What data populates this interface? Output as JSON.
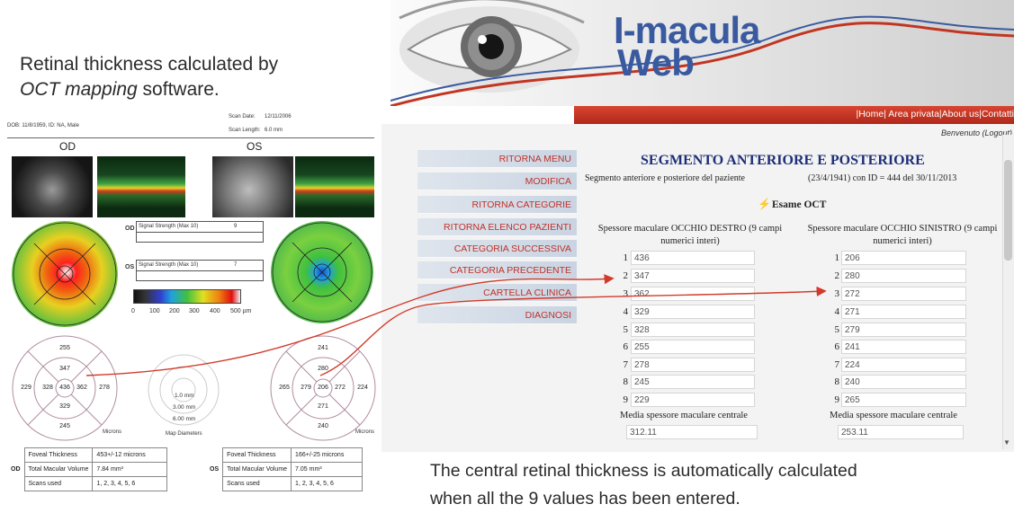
{
  "captions": {
    "top_line1": "Retinal thickness calculated by",
    "top_italic": "OCT mapping",
    "top_rest": " software.",
    "bottom_line1": "The central retinal thickness is automatically calculated",
    "bottom_line2": "when all the 9 values has been entered."
  },
  "oct_report": {
    "patient": "DOB: 11/8/1959, ID: NA, Male",
    "scan_date_label": "Scan Date:",
    "scan_date": "12/11/2006",
    "scan_length_label": "Scan Length:",
    "scan_length": "6.0 mm",
    "od_label": "OD",
    "os_label": "OS",
    "signal_label": "Signal Strength (Max 10)",
    "od_signal": "9",
    "os_signal": "7",
    "colorbar_ticks": [
      "0",
      "100",
      "200",
      "300",
      "400",
      "500 µm"
    ],
    "od_values": {
      "outer_top": "255",
      "inner_top": "347",
      "outer_left": "229",
      "inner_left": "328",
      "center": "436",
      "inner_right": "362",
      "outer_right": "278",
      "inner_bottom": "329",
      "outer_bottom": "245"
    },
    "os_values": {
      "outer_top": "241",
      "inner_top": "280",
      "outer_left": "265",
      "inner_left": "279",
      "center": "206",
      "inner_right": "272",
      "outer_right": "224",
      "inner_bottom": "271",
      "outer_bottom": "240"
    },
    "microns_label": "Microns",
    "diameters": [
      "1.0 mm",
      "3.00 mm",
      "6.00 mm"
    ],
    "map_diameters_label": "Map Diameters",
    "summary_labels": [
      "Foveal Thickness",
      "Total Macular Volume",
      "Scans used"
    ],
    "od_summary": [
      "453+/-12 microns",
      "7.84 mm³",
      "1, 2, 3, 4, 5, 6"
    ],
    "os_summary": [
      "166+/-25 microns",
      "7.05 mm³",
      "1, 2, 3, 4, 5, 6"
    ]
  },
  "app": {
    "logo_line1": "I-macula",
    "logo_line2": "Web",
    "top_links": [
      "|Home|",
      " Area privata",
      "|About us|",
      "Contatti"
    ],
    "welcome": "Benvenuto (Logout)",
    "menu": [
      "RITORNA MENU",
      "MODIFICA",
      "RITORNA CATEGORIE",
      "RITORNA ELENCO PAZIENTI",
      "CATEGORIA SUCCESSIVA",
      "CATEGORIA PRECEDENTE",
      "CARTELLA CLINICA",
      "DIAGNOSI"
    ],
    "title": "SEGMENTO ANTERIORE E POSTERIORE",
    "subtitle_left": "Segmento anteriore e posteriore del paziente",
    "subtitle_right": "(23/4/1941) con ID = 444 del 30/11/2013",
    "exam_label": "Esame OCT",
    "right_eye_header": "Spessore maculare OCCHIO DESTRO (9 campi numerici interi)",
    "left_eye_header": "Spessore maculare OCCHIO SINISTRO (9 campi numerici interi)",
    "right_eye_values": [
      "436",
      "347",
      "362",
      "329",
      "328",
      "255",
      "278",
      "245",
      "229"
    ],
    "left_eye_values": [
      "206",
      "280",
      "272",
      "271",
      "279",
      "241",
      "224",
      "240",
      "265"
    ],
    "mean_label": "Media spessore maculare centrale",
    "right_mean": "312.11",
    "left_mean": "253.11"
  },
  "colors": {
    "arrow": "#d23a2a",
    "menu_text": "#c0322a",
    "title": "#1e2f78",
    "red_bar": "#c23522",
    "logo": "#3a5aa0"
  }
}
